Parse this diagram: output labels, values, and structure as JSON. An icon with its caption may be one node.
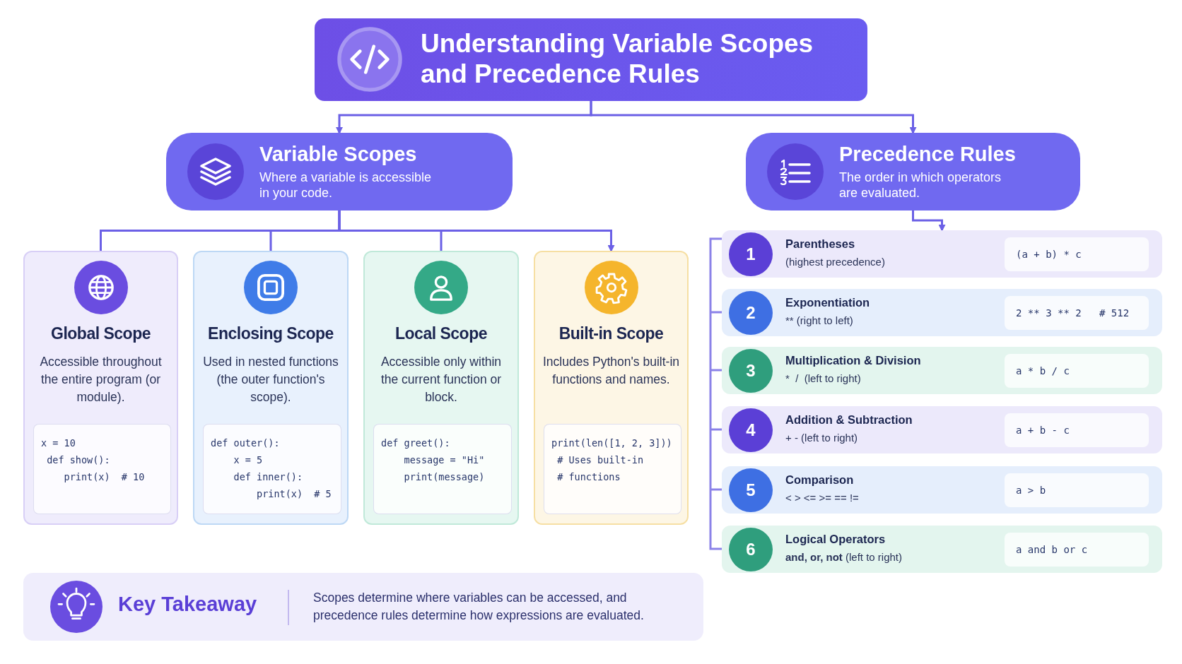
{
  "diagram": {
    "nodes": [
      {
        "text": [
          "Understanding Variable Scopes and Precedence Rules"
        ]
      },
      {
        "text": [
          "Variable Scopes",
          "Where a variable is accessible in your code."
        ]
      },
      {
        "text": [
          "Precedence Rules",
          "The order in which operators are evaluated."
        ]
      },
      {
        "text": [
          "Global Scope",
          "Accessible throughout the entire program (or module)."
        ]
      },
      {
        "text": [
          "x = 10",
          " def show():",
          "    print(x)  # 10"
        ],
        "in": 3
      },
      {
        "text": [
          "Enclosing Scope",
          "Used in nested functions (the outer function's scope)."
        ]
      },
      {
        "text": [
          "def outer():",
          "    x = 5",
          "    def inner():",
          "        print(x)  # 5"
        ],
        "in": 5
      },
      {
        "text": [
          "Local Scope",
          "Accessible only within the current function or block."
        ]
      },
      {
        "text": [
          "def greet():",
          "    message = \"Hi\"",
          "    print(message)"
        ],
        "in": 7
      },
      {
        "text": [
          "Built-in Scope",
          "Includes Python's built-in functions and names."
        ]
      },
      {
        "text": [
          "print(len([1, 2, 3]))",
          " # Uses built-in",
          " # functions"
        ],
        "in": 9
      },
      {
        "text": [
          "Parentheses",
          "(highest precedence)"
        ]
      },
      {
        "text": [
          "1"
        ],
        "in": 11
      },
      {
        "text": [
          "(a + b) * c"
        ],
        "in": 11
      },
      {
        "text": [
          "Exponentiation",
          "** (right to left)"
        ]
      },
      {
        "text": [
          "2"
        ],
        "in": 14
      },
      {
        "text": [
          "2 ** 3 ** 2   # 512"
        ],
        "in": 14
      },
      {
        "text": [
          "Multiplication & Division",
          "*  /  (left to right)"
        ]
      },
      {
        "text": [
          "3"
        ],
        "in": 17
      },
      {
        "text": [
          "a * b / c"
        ],
        "in": 17
      },
      {
        "text": [
          "Addition & Subtraction",
          "+ - (left to right)"
        ]
      },
      {
        "text": [
          "4"
        ],
        "in": 20
      },
      {
        "text": [
          "a + b - c"
        ],
        "in": 20
      },
      {
        "text": [
          "Comparison",
          "< > <= >= == !="
        ]
      },
      {
        "text": [
          "5"
        ],
        "in": 23
      },
      {
        "text": [
          "a > b"
        ],
        "in": 23
      },
      {
        "text": [
          "Logical Operators",
          "**and, or, not** (left to right)"
        ]
      },
      {
        "text": [
          "6"
        ],
        "in": 26
      },
      {
        "text": [
          "a and b or c"
        ],
        "in": 26
      },
      {
        "text": [
          "Key Takeaway",
          "Scopes determine where variables can be accessed, and precedence rules determine how expressions are evaluated."
        ]
      }
    ],
    "edges": [
      {
        "from": 0,
        "to": 1,
        "arrow": "to"
      },
      {
        "from": 0,
        "to": 2,
        "arrow": "to"
      },
      {
        "from": 1,
        "to": 3,
        "arrow": "none"
      },
      {
        "from": 1,
        "to": 5,
        "arrow": "none"
      },
      {
        "from": 1,
        "to": 7,
        "arrow": "none"
      },
      {
        "from": 1,
        "to": 9,
        "arrow": "to"
      },
      {
        "from": 2,
        "to": 11,
        "arrow": "to"
      }
    ]
  }
}
